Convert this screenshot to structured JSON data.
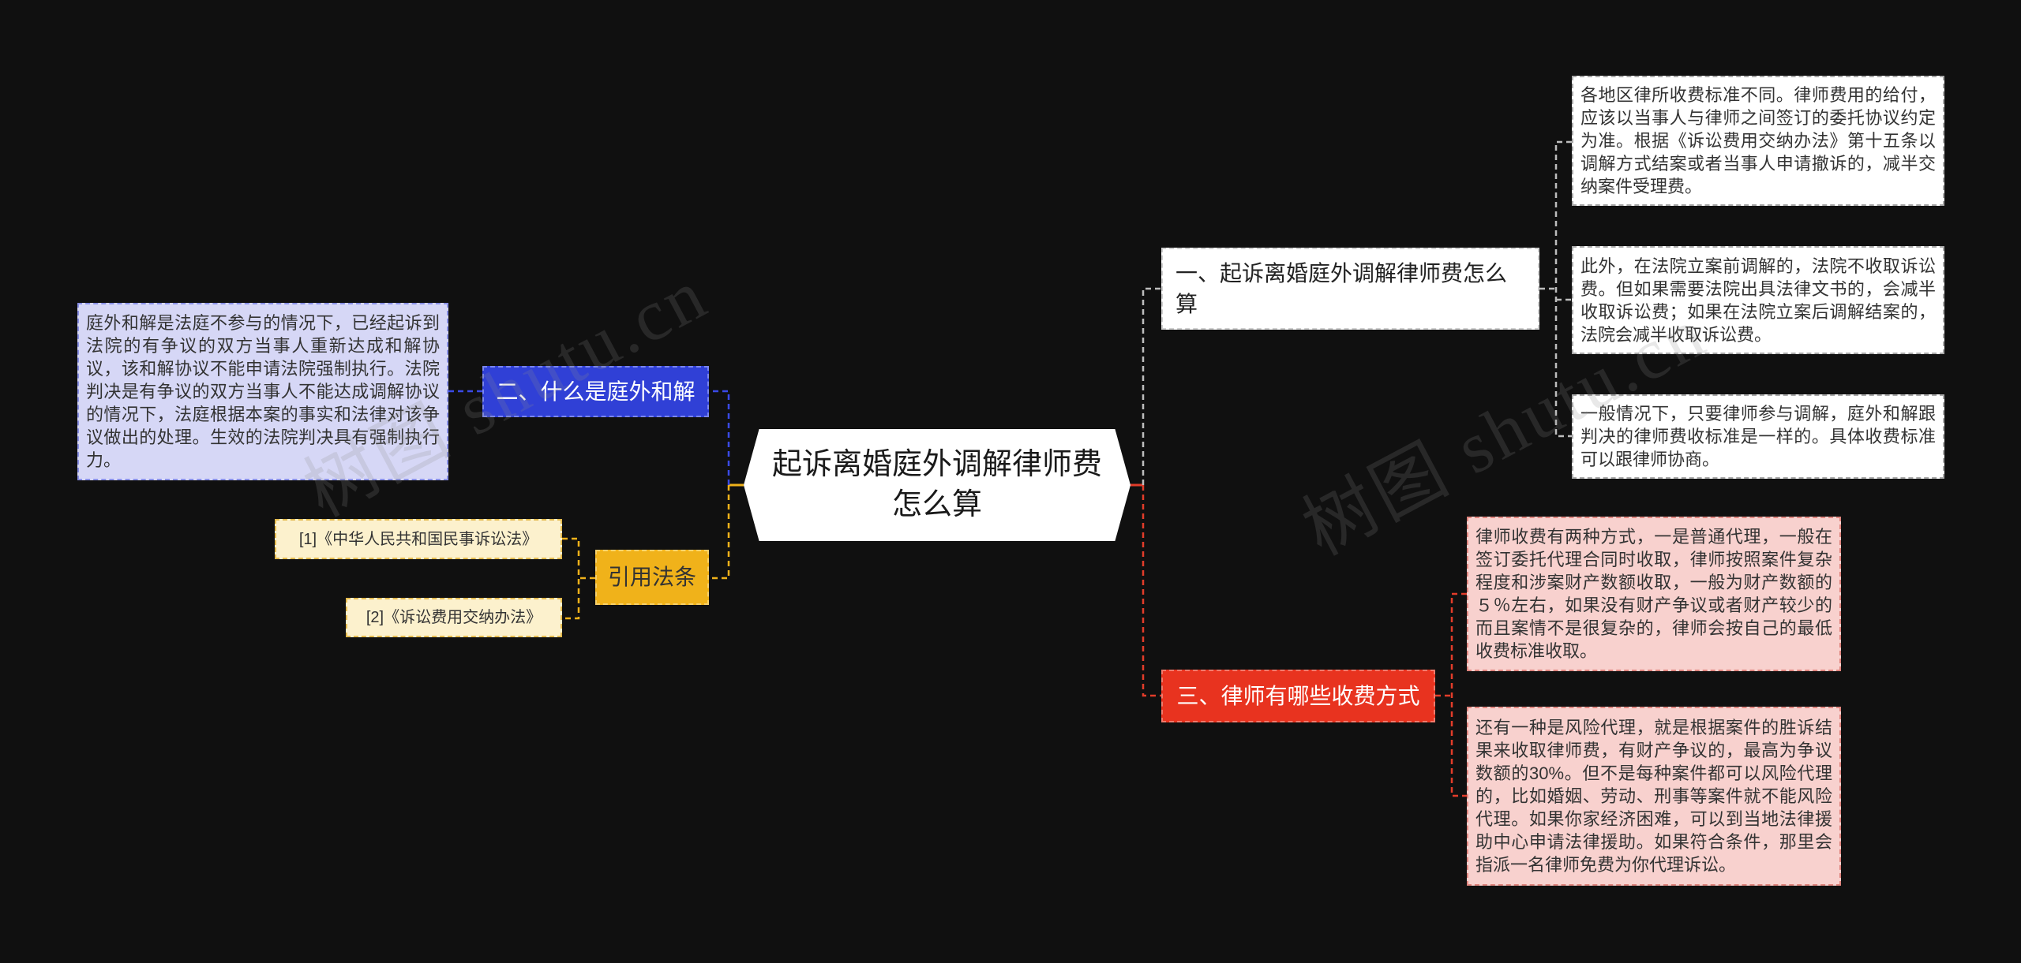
{
  "root": {
    "label": "起诉离婚庭外调解律师费怎么算"
  },
  "branch_fee": {
    "label": "一、起诉离婚庭外调解律师费怎么算",
    "children": [
      "各地区律所收费标准不同。律师费用的给付，应该以当事人与律师之间签订的委托协议约定为准。根据《诉讼费用交纳办法》第十五条以调解方式结案或者当事人申请撤诉的，减半交纳案件受理费。",
      "此外，在法院立案前调解的，法院不收取诉讼费。但如果需要法院出具法律文书的，会减半收取诉讼费；如果在法院立案后调解结案的，法院会减半收取诉讼费。",
      "一般情况下，只要律师参与调解，庭外和解跟判决的律师费收标准是一样的。具体收费标准可以跟律师协商。"
    ]
  },
  "branch_methods": {
    "label": "三、律师有哪些收费方式",
    "children": [
      "律师收费有两种方式，一是普通代理，一般在签订委托代理合同时收取，律师按照案件复杂程度和涉案财产数额收取，一般为财产数额的５％左右，如果没有财产争议或者财产较少的而且案情不是很复杂的，律师会按自己的最低收费标准收取。",
      "还有一种是风险代理，就是根据案件的胜诉结果来收取律师费，有财产争议的，最高为争议数额的30%。但不是每种案件都可以风险代理的，比如婚姻、劳动、刑事等案件就不能风险代理。如果你家经济困难，可以到当地法律援助中心申请法律援助。如果符合条件，那里会指派一名律师免费为你代理诉讼。"
    ]
  },
  "branch_settlement": {
    "label": "二、什么是庭外和解",
    "children": [
      "庭外和解是法庭不参与的情况下，已经起诉到法院的有争议的双方当事人重新达成和解协议，该和解协议不能申请法院强制执行。法院判决是有争议的双方当事人不能达成调解协议的情况下，法庭根据本案的事实和法律对该争议做出的处理。生效的法院判决具有强制执行力。"
    ]
  },
  "branch_citations": {
    "label": "引用法条",
    "children": [
      "[1]《中华人民共和国民事诉讼法》",
      "[2]《诉讼费用交纳办法》"
    ]
  },
  "watermark": {
    "text": "树图 shutu.cn"
  },
  "colors": {
    "background": "#101010",
    "root_fill": "#ffffff",
    "root_text": "#1a1a1a",
    "branch_fee_fill": "#ffffff",
    "branch_fee_line": "#bdbdbd",
    "branch_methods_fill": "#e8331f",
    "branch_methods_line": "#e23c2a",
    "branch_settlement_fill": "#3040d6",
    "branch_settlement_line": "#3a4ae6",
    "branch_citations_fill": "#f0b21a",
    "branch_citations_line": "#f0b21a",
    "fee_child_fill": "#ffffff",
    "methods_child_fill": "#f8d1ce",
    "settlement_child_fill": "#d6d7f6",
    "citations_child_fill": "#fcf1cd"
  }
}
